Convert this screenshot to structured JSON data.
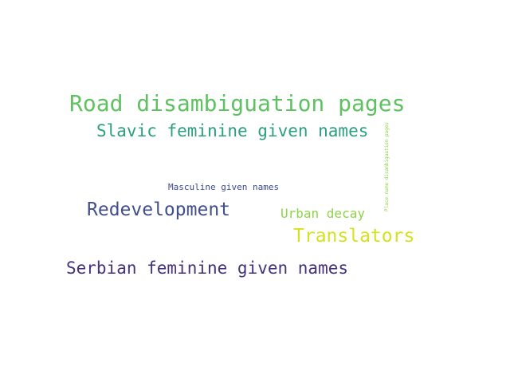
{
  "words": [
    {
      "text": "Road disambiguation pages",
      "color": "#5fc161"
    },
    {
      "text": "Slavic feminine given names",
      "color": "#2aa07e"
    },
    {
      "text": "Masculine given names",
      "color": "#3e4a89"
    },
    {
      "text": "Redevelopment",
      "color": "#424f8a"
    },
    {
      "text": "Urban decay",
      "color": "#8fd34a"
    },
    {
      "text": "Translators",
      "color": "#d5e21e"
    },
    {
      "text": "Serbian feminine given names",
      "color": "#44327d"
    },
    {
      "text": "Place name disambiguation pages",
      "color": "#8fd744"
    }
  ]
}
